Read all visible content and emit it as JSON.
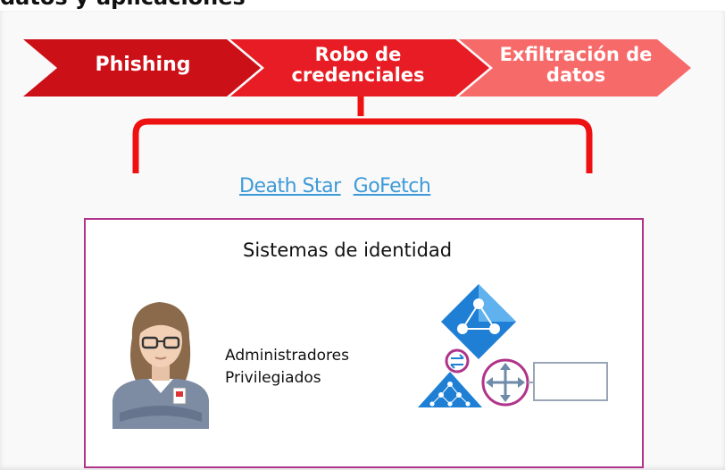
{
  "page": {
    "heading_partial": "datos y aplicaciones"
  },
  "kill_chain": {
    "steps": [
      {
        "lines": [
          "Phishing"
        ],
        "color": "#cc1018"
      },
      {
        "lines": [
          "Robo de",
          "credenciales"
        ],
        "color": "#e81c24"
      },
      {
        "lines": [
          "Exfiltración de",
          "datos"
        ],
        "color": "#f76a6a"
      }
    ]
  },
  "tools": {
    "links": [
      "Death Star",
      "GoFetch"
    ],
    "link_color": "#3d9ad8",
    "bracket_color": "#ee1111"
  },
  "identity": {
    "title": "Sistemas de identidad",
    "border_color": "#b0348a",
    "admins_line1": "Administradores",
    "admins_line2": "Privilegiados",
    "icons": [
      "admin-person-icon",
      "azure-ad-pyramid-icon",
      "sync-icon",
      "ad-forest-icon",
      "move-arrows-icon",
      "server-box-icon"
    ]
  }
}
